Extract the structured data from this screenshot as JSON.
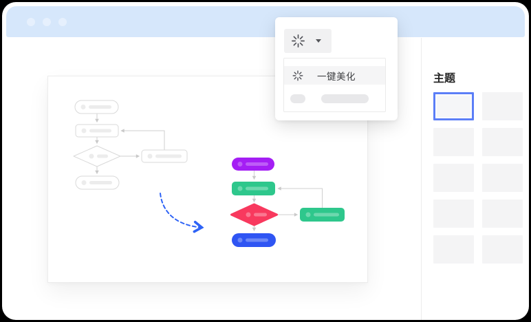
{
  "window": {
    "header_color": "#D6E7FB",
    "traffic_dot_color": "#E6F0FD",
    "traffic_dots": 3
  },
  "beautify_popover": {
    "button": {
      "icon": "magic-burst-icon",
      "has_caret": true
    },
    "menu": {
      "item_label": "一键美化",
      "item_icon": "magic-burst-icon",
      "skeleton_row": true
    }
  },
  "theme_panel": {
    "title": "主题",
    "accent_color": "#5B7EF7",
    "tiles": [
      {
        "selected": true
      },
      {
        "selected": false
      },
      {
        "selected": false
      },
      {
        "selected": false
      },
      {
        "selected": false
      },
      {
        "selected": false
      },
      {
        "selected": false
      },
      {
        "selected": false
      },
      {
        "selected": false
      },
      {
        "selected": false
      }
    ]
  },
  "canvas": {
    "before_flowchart": {
      "style": "wireframe-skeleton",
      "stroke_color": "#D9D9D9",
      "skeleton_fill": "#ECECEC",
      "nodes": [
        "start-pill",
        "process-rect",
        "decision-diamond",
        "side-process-rect",
        "end-pill"
      ]
    },
    "after_flowchart": {
      "style": "colored",
      "connector_color": "#CFCFCF",
      "nodes": [
        {
          "shape": "pill",
          "color": "#A41EF4"
        },
        {
          "shape": "rect",
          "color": "#2EC78C"
        },
        {
          "shape": "diamond",
          "color": "#F8395E"
        },
        {
          "shape": "rect",
          "color": "#2EC78C"
        },
        {
          "shape": "pill",
          "color": "#2F55F3"
        }
      ]
    },
    "transform_arrow_color": "#2E63F6"
  }
}
